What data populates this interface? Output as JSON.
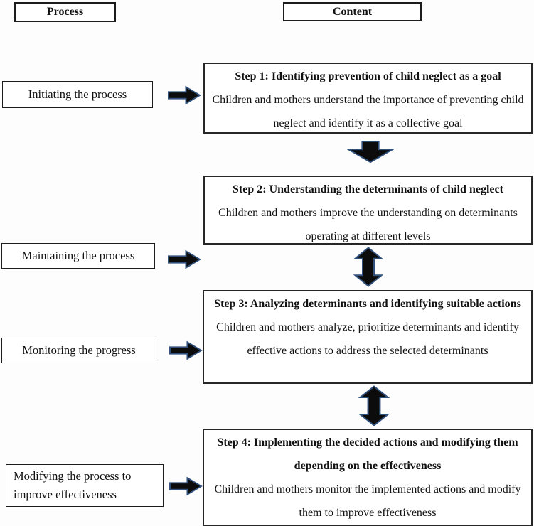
{
  "headers": {
    "process_label": "Process",
    "content_label": "Content"
  },
  "process_steps": [
    {
      "label": "Initiating the process"
    },
    {
      "label": "Maintaining the process"
    },
    {
      "label": "Monitoring the progress"
    },
    {
      "label": "Modifying the process to improve effectiveness"
    }
  ],
  "content_steps": [
    {
      "title": "Step 1: Identifying prevention of child neglect as a goal",
      "body": "Children and mothers understand the importance of preventing child neglect and identify it as a collective goal"
    },
    {
      "title": "Step 2: Understanding the determinants of child neglect",
      "body": "Children and mothers improve the understanding on determinants operating at different levels"
    },
    {
      "title": "Step 3: Analyzing determinants and identifying suitable actions",
      "body": "Children and mothers analyze, prioritize determinants and identify effective actions to address the selected determinants"
    },
    {
      "title": "Step 4: Implementing the decided actions and modifying them depending on the effectiveness",
      "body": "Children and mothers monitor the implemented actions and modify them to improve effectiveness"
    }
  ],
  "icons": {
    "right_arrow": "right-arrow-icon",
    "down_arrow": "down-arrow-icon",
    "up_down_arrow": "up-down-arrow-icon"
  },
  "colors": {
    "arrow_fill": "#0c0c0c",
    "arrow_outline": "#31517c",
    "box_border": "#1c1c1c",
    "text": "#111111",
    "background": "#fdfdfd"
  }
}
